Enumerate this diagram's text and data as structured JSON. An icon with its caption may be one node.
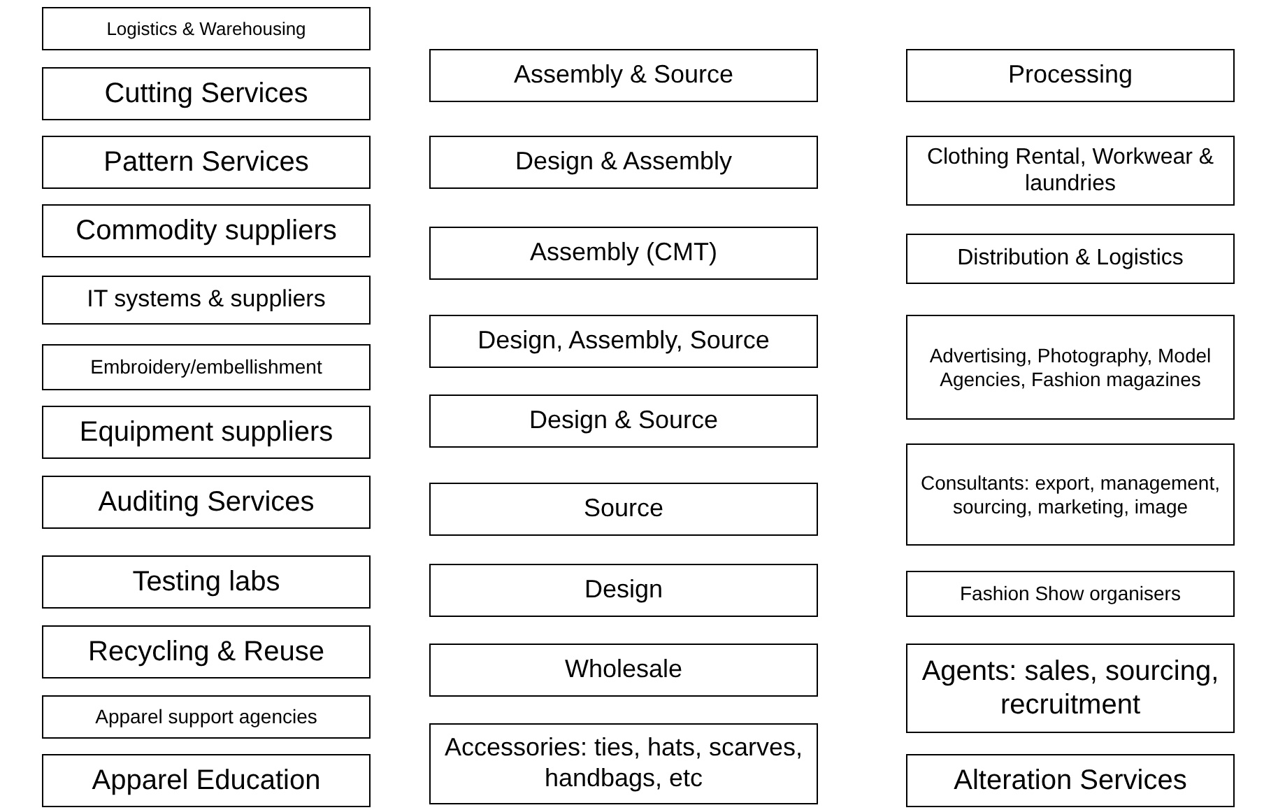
{
  "diagram": {
    "nodes": [
      {
        "text": [
          "Logistics & Warehousing"
        ]
      },
      {
        "text": [
          "Cutting Services"
        ]
      },
      {
        "text": [
          "Pattern Services"
        ]
      },
      {
        "text": [
          "Commodity suppliers"
        ]
      },
      {
        "text": [
          "IT systems & suppliers"
        ]
      },
      {
        "text": [
          "Embroidery/embellishment"
        ]
      },
      {
        "text": [
          "Equipment suppliers"
        ]
      },
      {
        "text": [
          "Auditing Services"
        ]
      },
      {
        "text": [
          "Testing labs"
        ]
      },
      {
        "text": [
          "Recycling & Reuse"
        ]
      },
      {
        "text": [
          "Apparel support agencies"
        ]
      },
      {
        "text": [
          "Apparel Education"
        ]
      },
      {
        "text": [
          "Assembly & Source"
        ]
      },
      {
        "text": [
          "Design & Assembly"
        ]
      },
      {
        "text": [
          "Assembly (CMT)"
        ]
      },
      {
        "text": [
          "Design, Assembly, Source"
        ]
      },
      {
        "text": [
          "Design & Source"
        ]
      },
      {
        "text": [
          "Source"
        ]
      },
      {
        "text": [
          "Design"
        ]
      },
      {
        "text": [
          "Wholesale"
        ]
      },
      {
        "text": [
          "Accessories: ties, hats, scarves, handbags, etc"
        ]
      },
      {
        "text": [
          "Processing"
        ]
      },
      {
        "text": [
          "Clothing Rental, Workwear & laundries"
        ]
      },
      {
        "text": [
          "Distribution & Logistics"
        ]
      },
      {
        "text": [
          "Advertising, Photography, Model Agencies, Fashion magazines"
        ]
      },
      {
        "text": [
          "Consultants: export, management, sourcing, marketing, image"
        ]
      },
      {
        "text": [
          "Fashion Show organisers"
        ]
      },
      {
        "text": [
          "Agents: sales, sourcing, recruitment"
        ]
      },
      {
        "text": [
          "Alteration Services"
        ]
      }
    ],
    "edges": []
  }
}
